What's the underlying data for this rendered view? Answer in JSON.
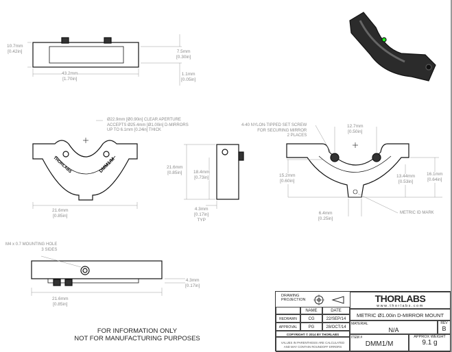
{
  "top_view": {
    "height": "10.7mm",
    "height_in": "[0.42in]",
    "width": "43.2mm",
    "width_in": "[1.70in]",
    "tab": "7.5mm",
    "tab_in": "[0.30in]",
    "lip": "1.1mm",
    "lip_in": "[0.05in]"
  },
  "front_view": {
    "aperture_note": [
      "Ø22.9mm [Ø0.90in] CLEAR APERTURE",
      "ACCEPTS Ø25.4mm [Ø1.00in] D-MIRRORS",
      "UP TO 6.1mm [0.24in] THICK"
    ],
    "width": "21.6mm",
    "width_in": "[0.85in]",
    "engraving_left": "THORLABS",
    "engraving_right": "DMM1/M"
  },
  "side_view": {
    "height": "21.6mm",
    "height_in": "[0.85in]",
    "inner": "18.4mm",
    "inner_in": "[0.73in]",
    "thickness": "4.3mm",
    "thickness_in": "[0.17in]",
    "typ": "TYP"
  },
  "right_view": {
    "screw_note": [
      "4-40 NYLON-TIPPED SET SCREW",
      "FOR SECURING MIRROR",
      "2 PLACES"
    ],
    "spacing": "12.7mm",
    "spacing_in": "[0.50in]",
    "h1": "15.2mm",
    "h1_in": "[0.60in]",
    "h2": "13.44mm",
    "h2_in": "[0.53in]",
    "h3": "16.1mm",
    "h3_in": "[0.64in]",
    "foot": "6.4mm",
    "foot_in": "[0.25in]",
    "id_mark": "METRIC ID MARK"
  },
  "bottom_view": {
    "hole_note": [
      "M4 x 0.7 MOUNTING HOLE",
      "3 SIDES"
    ],
    "thickness": "4.3mm",
    "thickness_in": "[0.17in]",
    "width": "21.6mm",
    "width_in": "[0.85in]"
  },
  "disclaimer": [
    "FOR INFORMATION ONLY",
    "NOT FOR MANUFACTURING PURPOSES"
  ],
  "title_block": {
    "drawing_projection": "DRAWING PROJECTION",
    "name_header": "NAME",
    "date_header": "DATE",
    "rows": [
      {
        "role": "REDRAWN",
        "name": "CG",
        "date": "22/SEP/14"
      },
      {
        "role": "APPROVAL",
        "name": "PG",
        "date": "28/OCT/14"
      }
    ],
    "copyright": "COPYRIGHT © 2014 BY THORLABS",
    "values_note": [
      "VALUES IN PARENTHESIS ARE CALCULATED",
      "AND MAY CONTAIN ROUNDOFF ERRORS"
    ],
    "logo": "THORLABS",
    "website": "www.thorlabs.com",
    "title": "METRIC Ø1.00in D-MIRROR MOUNT",
    "material_label": "MATERIAL",
    "material": "N/A",
    "rev_label": "REV",
    "rev": "B",
    "item_label": "ITEM #",
    "item": "DMM1/M",
    "weight_label": "APPROX WEIGHT",
    "weight": "9.1 g"
  }
}
